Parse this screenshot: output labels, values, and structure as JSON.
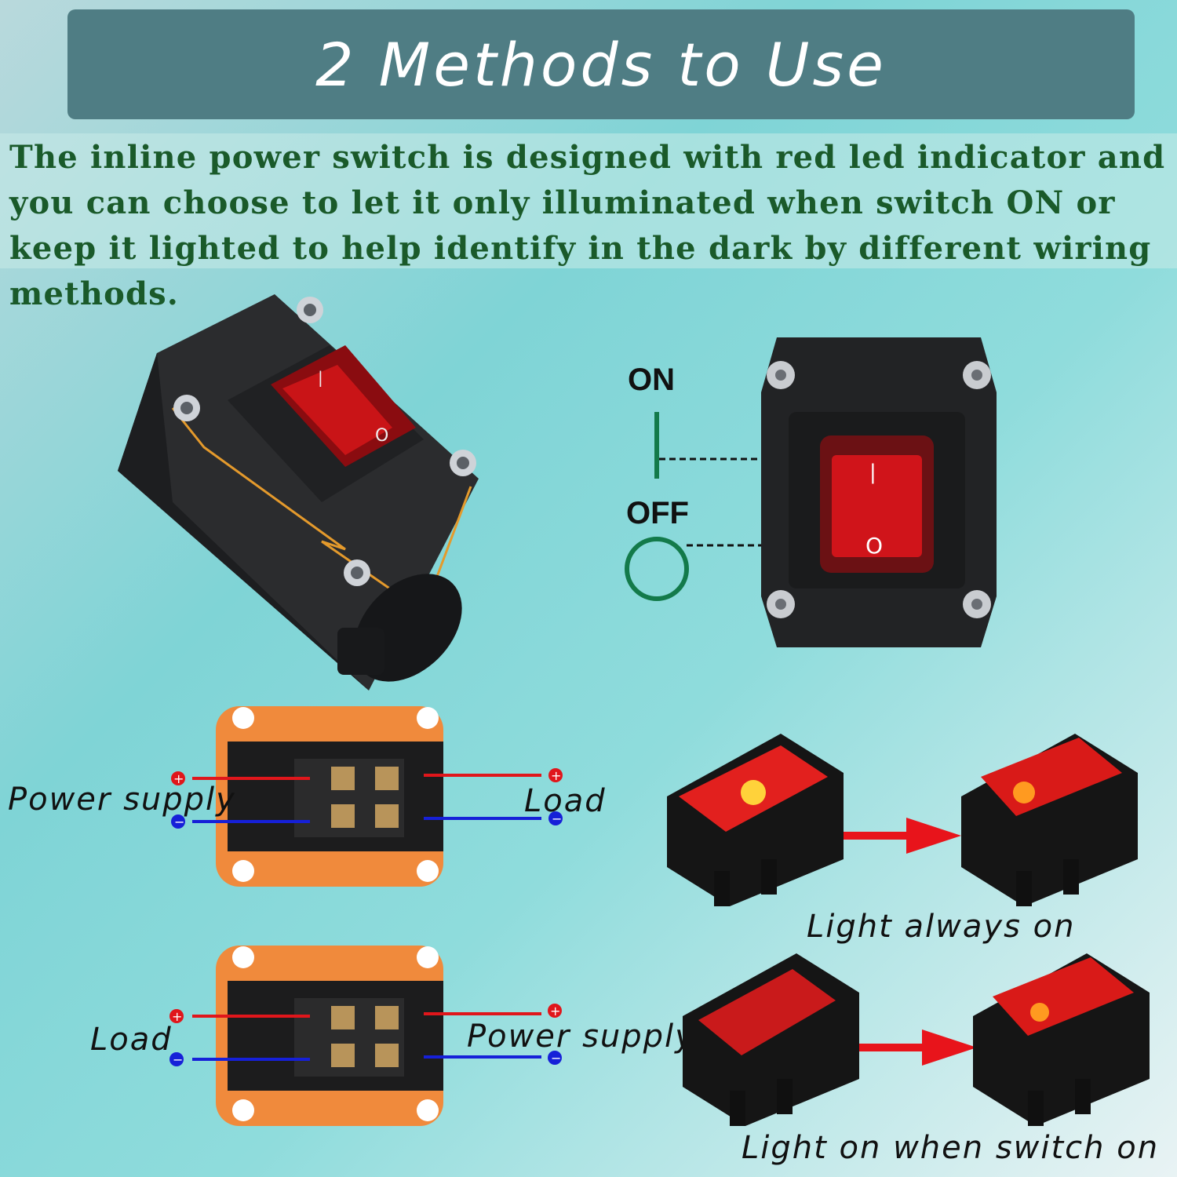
{
  "title": "2 Methods to Use",
  "description": "The inline power switch is designed with red led indicator and you can choose to let it only illuminated when switch ON or keep it lighted to help identify in the dark by different wiring methods.",
  "switch_states": {
    "on": "ON",
    "off": "OFF"
  },
  "wiring": [
    {
      "left_label": "Power supply",
      "right_label": "Load",
      "caption": "Light always on"
    },
    {
      "left_label": "Load",
      "right_label": "Power supply",
      "caption": "Light on when switch on"
    }
  ],
  "colors": {
    "banner": "#4f7d84",
    "description_text": "#1a5a2a",
    "positive_wire": "#e0161b",
    "negative_wire": "#1620d8",
    "gasket": "#f08a3c",
    "arrow": "#e8141b"
  }
}
